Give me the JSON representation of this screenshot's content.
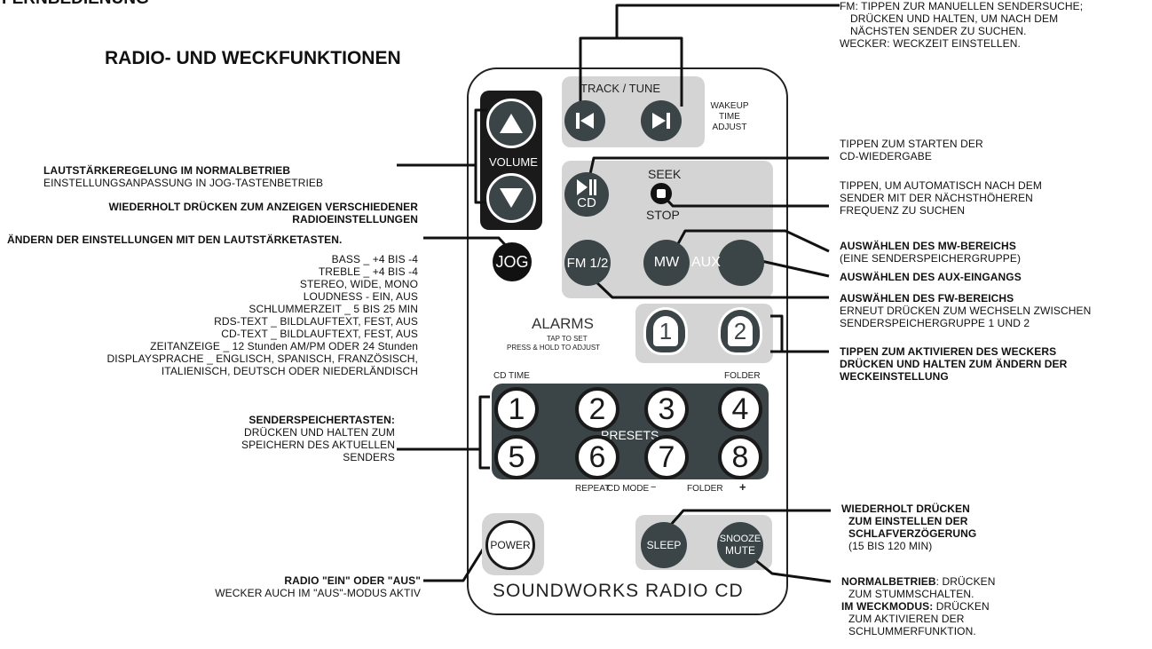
{
  "headings": {
    "top_cut": "FERNBEDIENUNG",
    "section": "RADIO- UND WECKFUNKTIONEN"
  },
  "remote": {
    "brand": "SOUNDWORKS RADIO CD",
    "volume": "VOLUME",
    "track_tune": "TRACK / TUNE",
    "wakeup": [
      "WAKEUP",
      "TIME",
      "ADJUST"
    ],
    "cd": "CD",
    "seek": "SEEK",
    "stop": "STOP",
    "jog": "JOG",
    "fm": "FM 1/2",
    "mw": "MW",
    "aux": "AUX",
    "alarms": "ALARMS",
    "alarms_sub1": "TAP TO SET",
    "alarms_sub2": "PRESS & HOLD TO ADJUST",
    "alarm1": "1",
    "alarm2": "2",
    "cd_time": "CD TIME",
    "folder_top": "FOLDER",
    "presets_label": "PRESETS",
    "presets": [
      "1",
      "2",
      "3",
      "4",
      "5",
      "6",
      "7",
      "8"
    ],
    "repeat": "REPEAT",
    "cd_mode": "CD MODE",
    "minus": "−",
    "folder_bottom": "FOLDER",
    "plus": "+",
    "power": "POWER",
    "sleep": "SLEEP",
    "snooze": "SNOOZE",
    "mute": "MUTE"
  },
  "callouts": {
    "fm": [
      "FM: TIPPEN ZUR MANUELLEN SENDERSUCHE;",
      "DRÜCKEN UND HALTEN, UM NACH DEM",
      "NÄCHSTEN SENDER ZU SUCHEN.",
      "WECKER: WECKZEIT EINSTELLEN."
    ],
    "cd_play": [
      "TIPPEN ZUM STARTEN DER",
      "CD-WIEDERGABE"
    ],
    "seek": [
      "TIPPEN, UM AUTOMATISCH NACH DEM",
      "SENDER MIT DER NÄCHSTHÖHEREN",
      "FREQUENZ ZU SUCHEN"
    ],
    "mw_bold": "AUSWÄHLEN DES MW-BEREICHS",
    "mw_sub": "(EINE SENDERSPEICHERGRUPPE)",
    "aux_bold": "AUSWÄHLEN DES AUX-EINGANGS",
    "fw_bold": "AUSWÄHLEN DES FW-BEREICHS",
    "fw_sub": [
      "ERNEUT DRÜCKEN ZUM WECHSELN ZWISCHEN",
      "SENDERSPEICHERGRUPPE 1 UND 2"
    ],
    "alarm_bold": [
      "TIPPEN ZUM AKTIVIEREN DES WECKERS",
      "DRÜCKEN UND HALTEN ZUM ÄNDERN DER",
      "WECKEINSTELLUNG"
    ],
    "volume_bold": "LAUTSTÄRKEREGELUNG IM NORMALBETRIEB",
    "volume_sub": "EINSTELLUNGSANPASSUNG IN JOG-TASTENBETRIEB",
    "jog_bold": [
      "WIEDERHOLT DRÜCKEN ZUM ANZEIGEN VERSCHIEDENER",
      "RADIOEINSTELLUNGEN",
      "ÄNDERN DER EINSTELLUNGEN MIT DEN LAUTSTÄRKETASTEN."
    ],
    "jog_list": [
      "BASS _ +4 BIS -4",
      "TREBLE _ +4 BIS -4",
      "STEREO, WIDE, MONO",
      "LOUDNESS - EIN, AUS",
      "SCHLUMMERZEIT _ 5 BIS 25 MIN",
      "RDS-TEXT _ BILDLAUFTEXT, FEST, AUS",
      "CD-TEXT _ BILDLAUFTEXT, FEST, AUS",
      "ZEITANZEIGE _ 12 Stunden AM/PM ODER 24 Stunden",
      "DISPLAYSPRACHE _ ENGLISCH, SPANISCH, FRANZÖSISCH,",
      "ITALIENISCH, DEUTSCH ODER NIEDERLÄNDISCH"
    ],
    "presets_bold": "SENDERSPEICHERTASTEN:",
    "presets_sub": [
      "DRÜCKEN UND HALTEN ZUM",
      "SPEICHERN DES AKTUELLEN",
      "SENDERS"
    ],
    "power_bold": "RADIO \"EIN\" ODER \"AUS\"",
    "power_sub": "WECKER AUCH IM \"AUS\"-MODUS AKTIV",
    "sleep_bold": [
      "WIEDERHOLT DRÜCKEN",
      "ZUM EINSTELLEN DER",
      "SCHLAFVERZÖGERUNG"
    ],
    "sleep_sub": "(15 BIS 120 MIN)",
    "mute_bold1": "NORMALBETRIEB",
    "mute_rest1": ": DRÜCKEN",
    "mute_sub1": "ZUM STUMMSCHALTEN.",
    "mute_bold2": "IM WECKMODUS:",
    "mute_rest2": " DRÜCKEN",
    "mute_sub2": [
      "ZUM AKTIVIEREN DER",
      "SCHLUMMERFUNKTION."
    ]
  }
}
